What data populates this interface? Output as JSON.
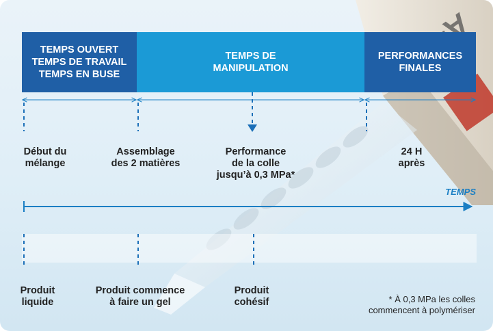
{
  "phases": [
    {
      "label": "TEMPS OUVERT\nTEMPS DE TRAVAIL\nTEMPS EN BUSE"
    },
    {
      "label": "TEMPS DE\nMANIPULATION"
    },
    {
      "label": "PERFORMANCES\nFINALES"
    }
  ],
  "milestones": [
    {
      "label": "Début du\nmélange"
    },
    {
      "label": "Assemblage\ndes 2 matières"
    },
    {
      "label": "Performance\nde la colle\njusqu’à 0,3 MPa*"
    },
    {
      "label": "24 H\naprès"
    }
  ],
  "axis": {
    "label": "TEMPS"
  },
  "states": [
    {
      "label": "Produit\nliquide"
    },
    {
      "label": "Produit commence\nà faire un gel"
    },
    {
      "label": "Produit\ncohésif"
    }
  ],
  "footnote": "* À 0,3 MPa les colles\ncommencent à polymériser",
  "colors": {
    "dark_blue": "#1f5fa6",
    "light_blue": "#1b9ad6",
    "axis_blue": "#1b7fc4"
  }
}
